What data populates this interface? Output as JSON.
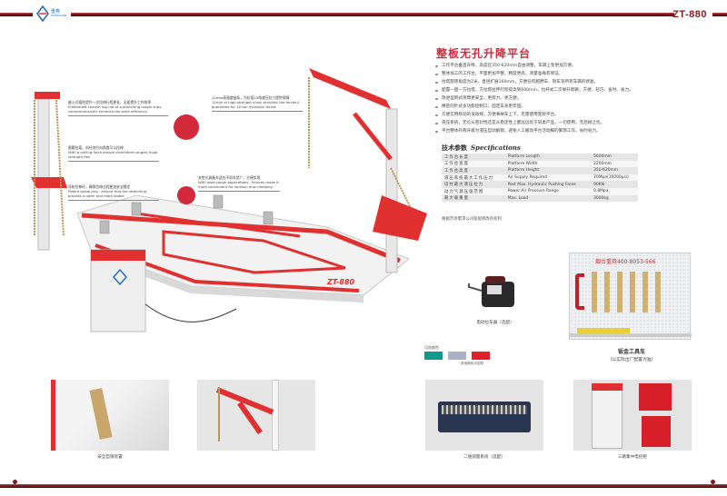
{
  "header": {
    "brand": "重券",
    "brand_sub": "ZHONGQUAN",
    "model": "ZT-880"
  },
  "product": {
    "title": "整板无孔升降平台",
    "features": [
      "工作平台垂直升降，高度在350-620mm自由调整，车辆上架更加方便。",
      "整体加工的工作台，平面更加平整，精度更高，测量准确有保证。",
      "拉塔旋转角度为2米，直径扩展160mm，方便任何越野车、轿车等所有车辆的修复。",
      "配置一固一方拉塔，方拉塔拉伸行程提高到600mm，拉杆式二次举升新颖，方便、轻巧、省时、省力。",
      "改进型新式吊臂更安全、更有力、更方便。",
      "精密的针式多功能控制口，固定车身更牢固。",
      "方便实用移动的滚动梯，方便事故车上下，无需使用变频平台。",
      "液压系统，无论从密封性还是从稳定性上都远远优于同类产品，一切使用，无后顾之忧。",
      "平台整体升降升级为液压自动解锁，避免人工搬动平台活动脚的繁琐工作，省时省力。"
    ]
  },
  "specs": {
    "heading_zh": "技术参数",
    "heading_en": "Specifications",
    "rows": [
      {
        "zh": "工作台长度",
        "en": "Platform Length",
        "value": "5600mm"
      },
      {
        "zh": "工作台宽度",
        "en": "Platform Width",
        "value": "2200mm"
      },
      {
        "zh": "工作台高度",
        "en": "Platform Height",
        "value": "350-620mm"
      },
      {
        "zh": "液压系统最大工作压力",
        "en": "Air Supply Required",
        "value": "70Mpa(10000psi)"
      },
      {
        "zh": "塔柱最大液压拉力",
        "en": "Post Max. Hydraulic Pushing Force",
        "value": "90KN"
      },
      {
        "zh": "动力气源压强范围",
        "en": "Power Air Pressure Range",
        "value": "0.8Mpa"
      },
      {
        "zh": "最大载重量",
        "en": "Max. Load",
        "value": "3000kg"
      }
    ],
    "note": "根据市场需求公司保留修改的权利"
  },
  "callouts": [
    {
      "zh": "嵌入式塔柱提升一次拉伸行程更长，全面提升工作效率",
      "en": "Embedded column top rod of a stretching longer trips, comprehensively enhance the work efficiency"
    },
    {
      "zh": "围箍拉塔，向任何方向角度可以拉伸",
      "en": "With a pulling force,ensure diversiform angles huge strength flex"
    },
    {
      "zh": "导轮拉伸环，确保拉伸过程更加安全稳定",
      "en": "Patent guide-ring , ensure that the stretching process is safer and more stable"
    },
    {
      "zh": "12mm高强度链条，为拉塔10吨液压拉力提供保障",
      "en": "12mm of high-strength chain provides the forceful guarantee for 10 ton hydraulic thrust"
    },
    {
      "zh": "夹钳式具备车适应不同车型广，方便实用",
      "en": "With wide-range applications , fixtures make it more convenient for location and clamping"
    }
  ],
  "platform_label": "ZT-880",
  "winch": {
    "caption": "电动拉车器（选配）"
  },
  "colors": {
    "label": "可选颜色",
    "note": "其他颜色可定制",
    "swatches": [
      "#0f9a8c",
      "#a9b3c4",
      "#e0202a"
    ]
  },
  "toolcart": {
    "board_text": "烟台重券400-8053-566",
    "caption": "钣金工具车",
    "sub": "(以实际出厂配置为准)"
  },
  "thumbs": [
    {
      "caption": "安全自锁装置"
    },
    {
      "caption": ""
    },
    {
      "caption": "二维测量系统（选配）"
    },
    {
      "caption": "三路集中电控柜"
    }
  ],
  "theme": {
    "accent": "#d22a3a",
    "rule": "#7a1b1e"
  }
}
